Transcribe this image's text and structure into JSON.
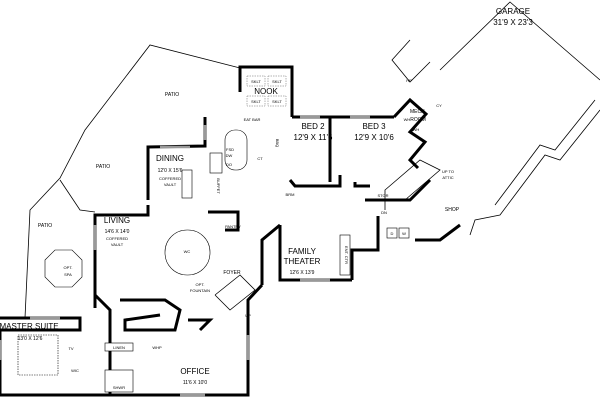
{
  "rooms": {
    "garage": {
      "name": "GARAGE",
      "size": "31'9 X 23'3"
    },
    "hp": "HP",
    "mech": {
      "line1": "MECH.",
      "line2": "ROOM",
      "wh1": "WH",
      "wh2": "WH",
      "cy": "CY"
    },
    "bed2": {
      "name": "BED 2",
      "size": "12'9 X 11'6"
    },
    "bed3": {
      "name": "BED 3",
      "size": "12'9 X 10'6"
    },
    "nook": {
      "name": "NOOK",
      "skylight": "SKLT"
    },
    "eat_bar": "EAT BAR",
    "kitchen": {
      "fsd": "FSD",
      "dw": "DW",
      "do": "DO",
      "ct": "CT",
      "buffet": "BUFFET",
      "bbq": "BBQ",
      "brm": "BRM"
    },
    "dining": {
      "name": "DINING",
      "size": "12'0 X 15'6",
      "note1": "COFFERED",
      "note2": "VAULT"
    },
    "patios": [
      "PATIO",
      "PATIO",
      "PATIO"
    ],
    "living": {
      "name": "LIVING",
      "size": "14'6 X 14'0",
      "note1": "COFFERED",
      "note2": "VAULT"
    },
    "spa": {
      "line1": "OPT.",
      "line2": "SPA"
    },
    "master": {
      "name": "MASTER SUITE",
      "size": "13'0 X 12'6",
      "tv": "TV",
      "wic": "WIC"
    },
    "bath": {
      "linen": "LINEN",
      "shower": "SHWR",
      "whp": "WHP"
    },
    "office": {
      "name": "OFFICE",
      "size": "11'6 X 10'0"
    },
    "foyer": {
      "name": "FOYER",
      "up": "UP"
    },
    "fountain": {
      "line1": "OPT.",
      "line2": "FOUNTAIN",
      "wc": "WC"
    },
    "pantry": "PANTRY",
    "family": {
      "line1": "FAMILY",
      "line2": "THEATER",
      "size": "12'6 X 13'9",
      "ent": "ENT. CTR"
    },
    "shop": "SHOP",
    "attic": {
      "line1": "UP TO",
      "line2": "ATTIC"
    },
    "stor": "STOR",
    "dn": "DN",
    "laundry": {
      "d": "D",
      "w": "W"
    }
  }
}
